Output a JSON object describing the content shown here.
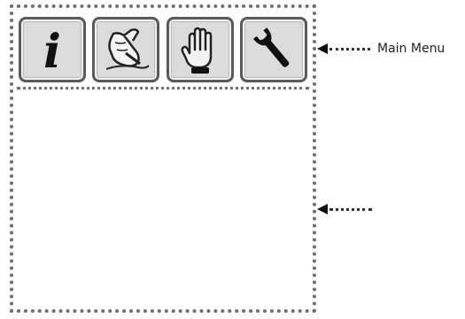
{
  "main_menu": {
    "buttons": [
      {
        "name": "info",
        "icon": "info-icon"
      },
      {
        "name": "point",
        "icon": "pointing-hand-icon"
      },
      {
        "name": "stop",
        "icon": "raised-hand-icon"
      },
      {
        "name": "settings",
        "icon": "wrench-icon"
      }
    ]
  },
  "callouts": {
    "menu_label": "Main Menu",
    "content_label": ""
  }
}
